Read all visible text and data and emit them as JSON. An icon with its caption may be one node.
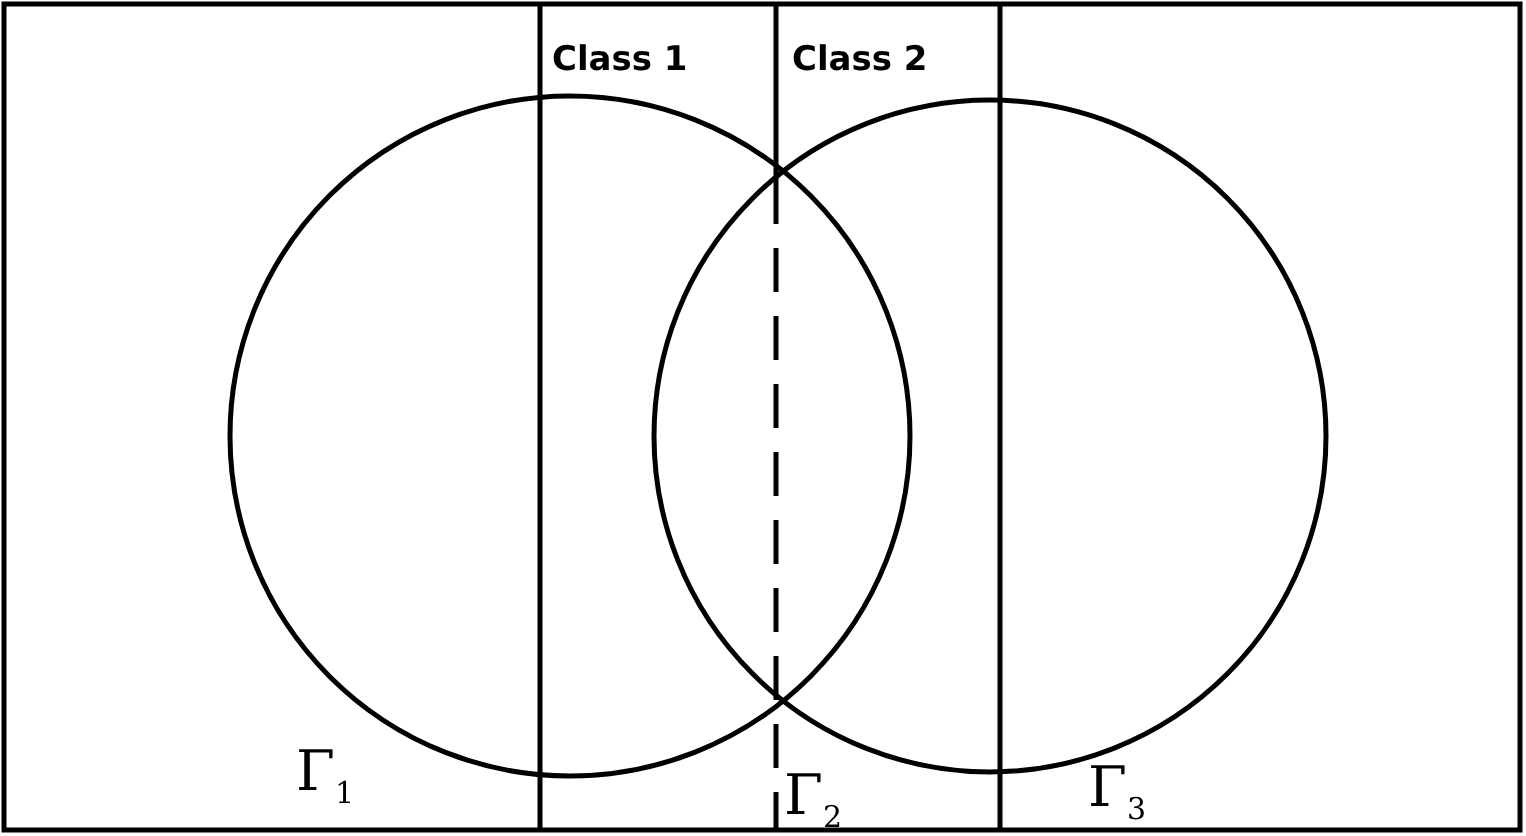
{
  "diagram": {
    "labels": [
      "Class 1",
      "Class 2",
      "Γ$_{1}$",
      "Γ$_{2}$",
      "Γ$_{3}$"
    ]
  }
}
